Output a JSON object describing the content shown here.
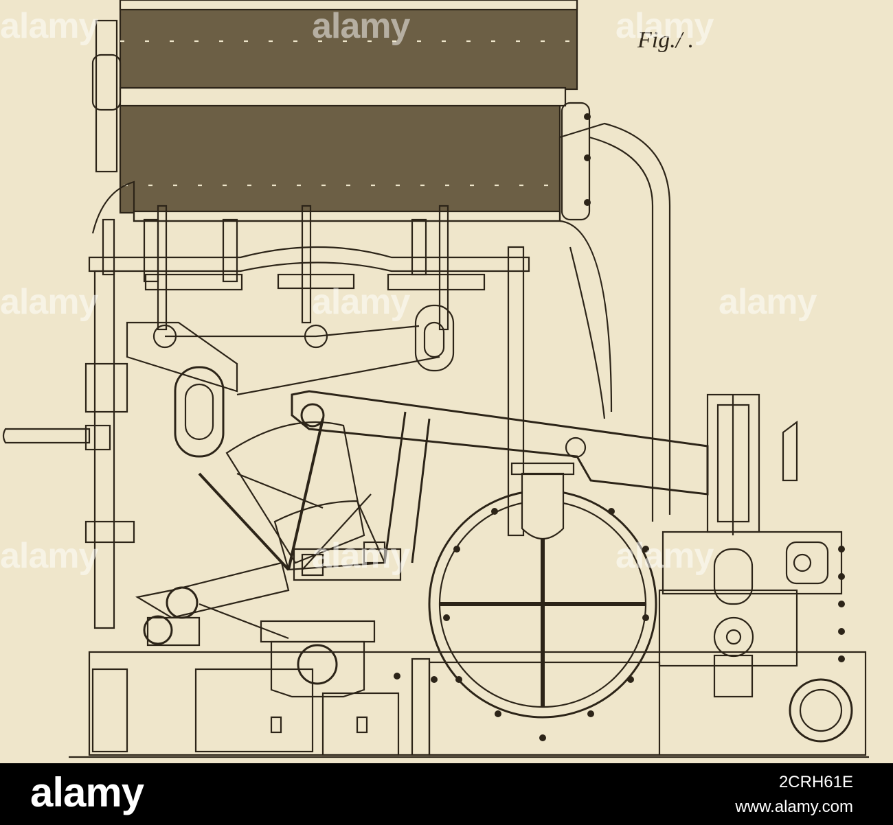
{
  "figure": {
    "caption": "Fig./ .",
    "subject": "engraved-steam-engine-illustration"
  },
  "watermarks": {
    "text": "alamy"
  },
  "footer": {
    "logo": "alamy",
    "image_id": "2CRH61E",
    "url": "www.alamy.com"
  },
  "colors": {
    "paper": "#efe6cb",
    "ink": "#2c2418",
    "footer_bg": "#000000",
    "footer_text": "#ffffff"
  }
}
